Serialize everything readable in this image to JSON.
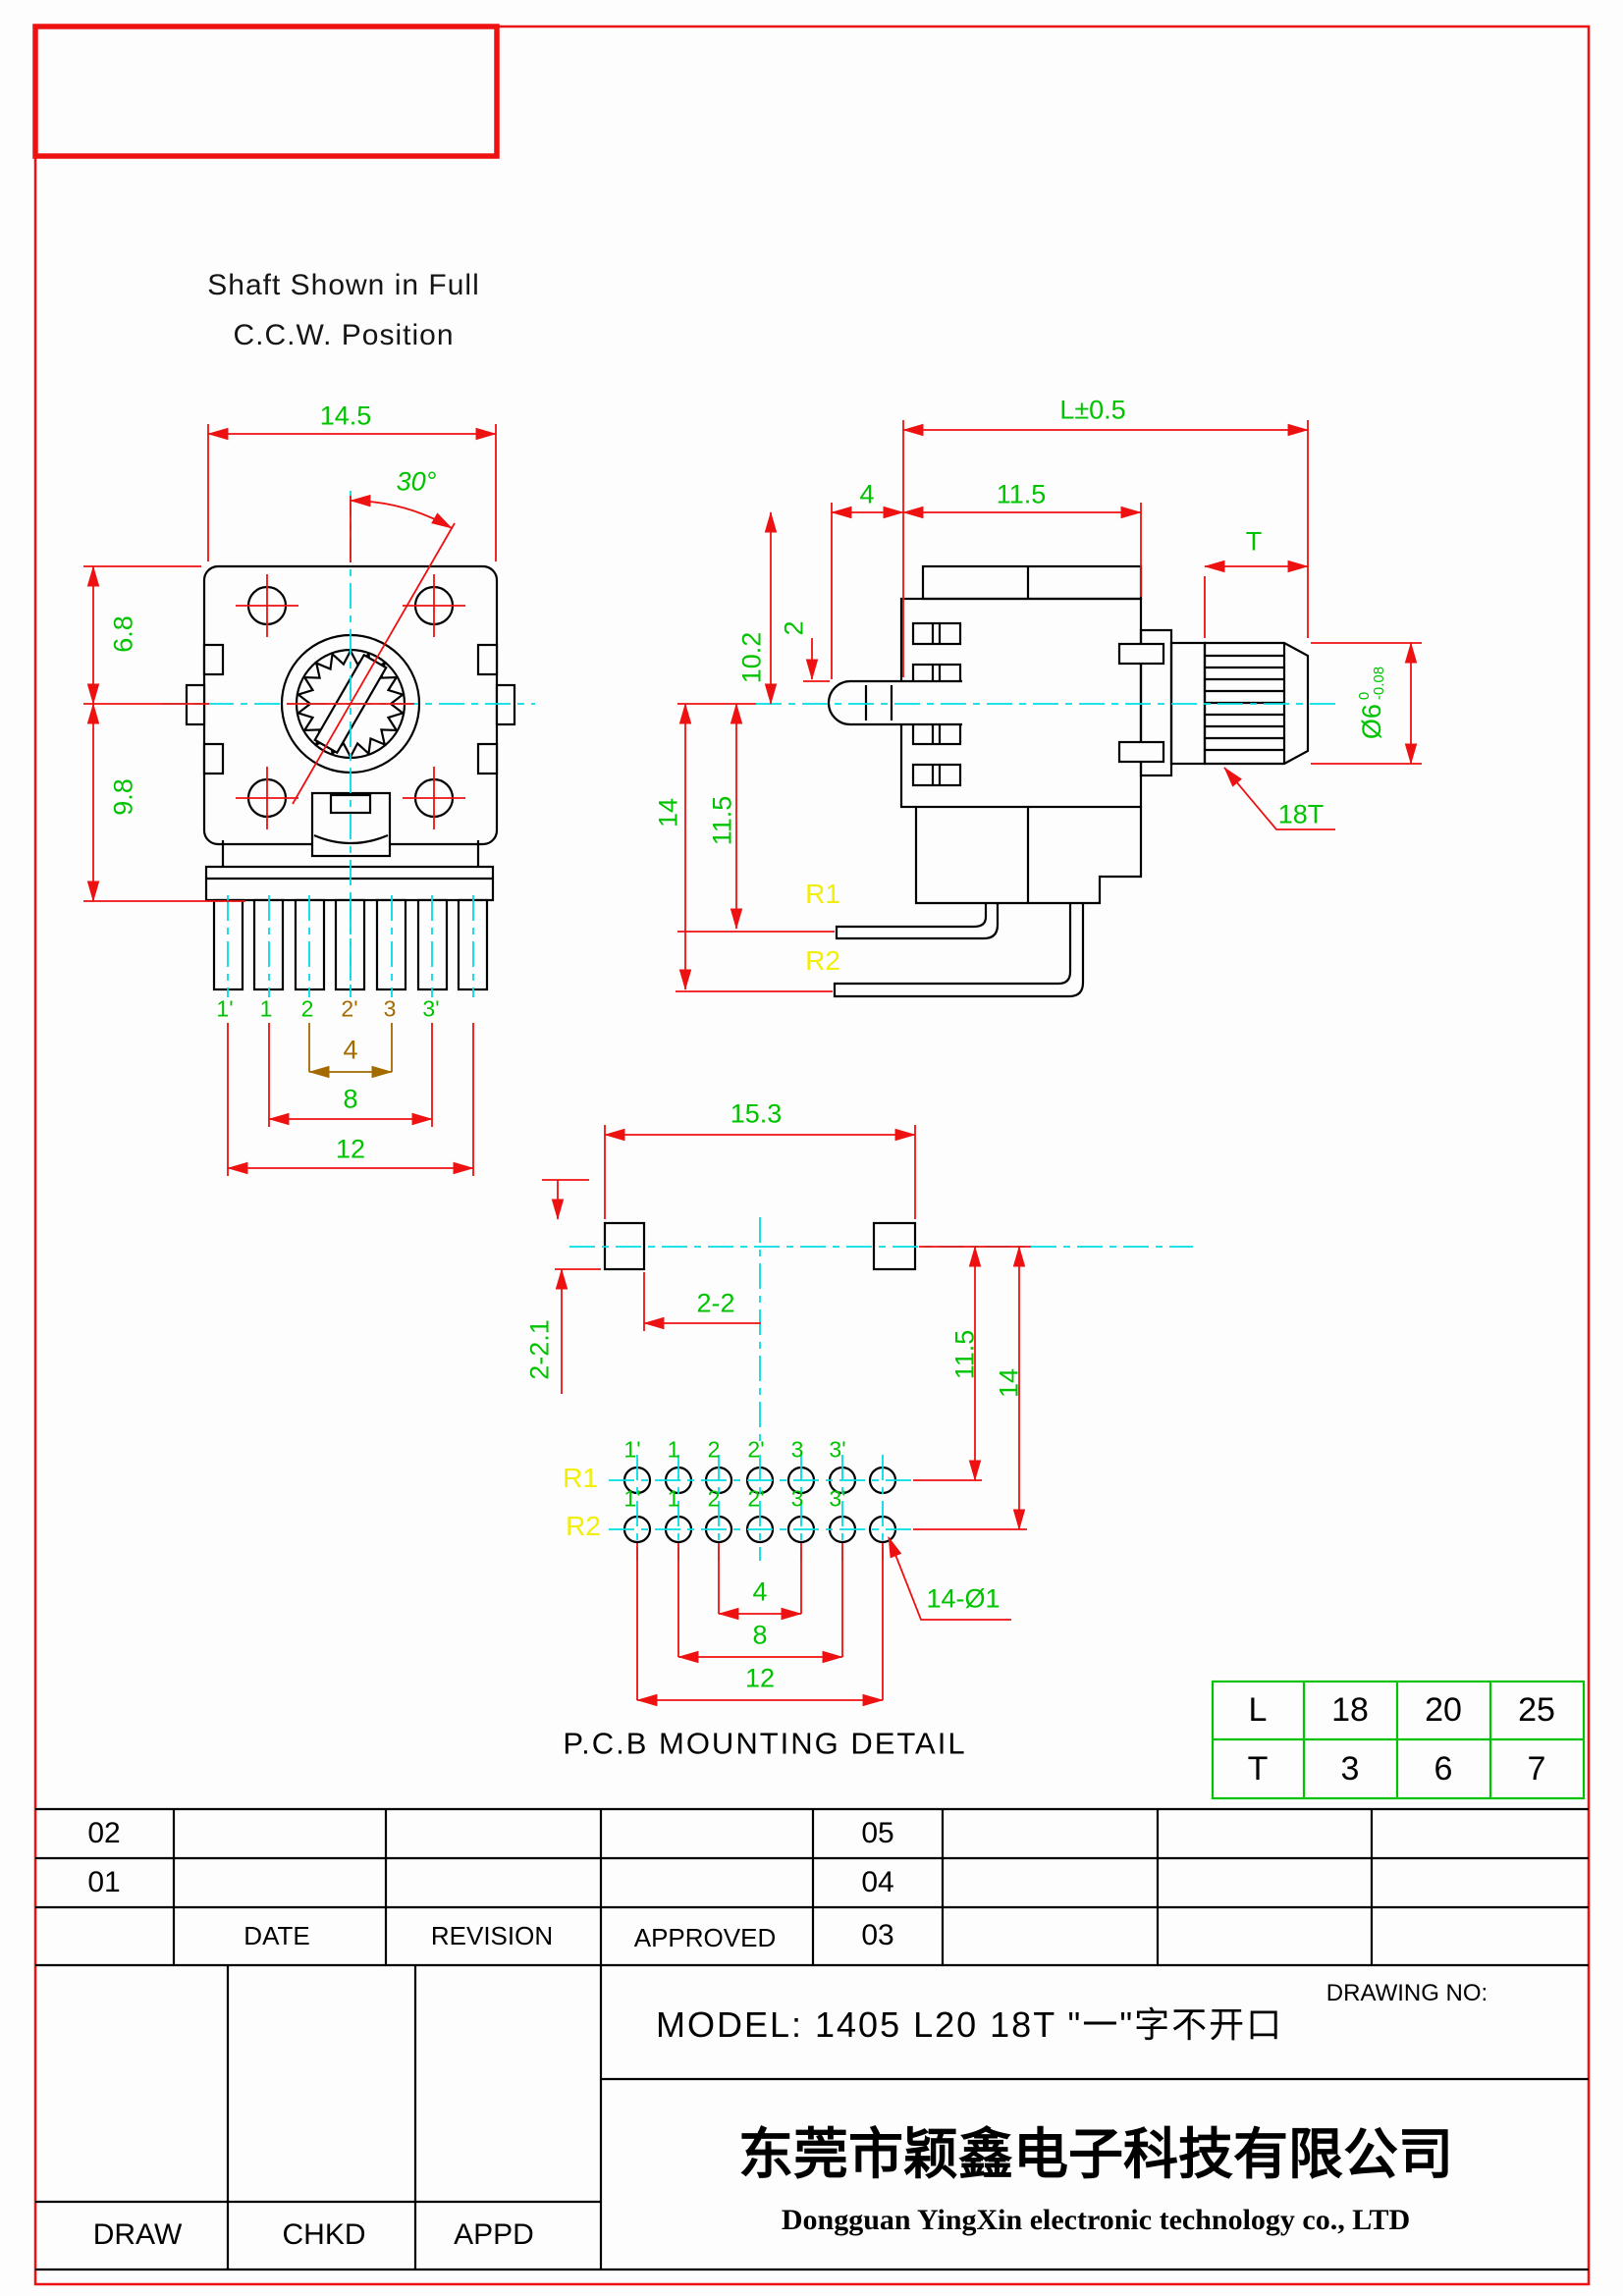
{
  "page": {
    "note_line1": "Shaft Shown in Full",
    "note_line2": "C.C.W. Position"
  },
  "colors": {
    "dimension_red": "#ee1111",
    "dimension_green": "#00c300",
    "centerline_cyan": "#00dde3",
    "row_label_yellow": "#f2ee0a",
    "pitch_brown": "#a36a00",
    "outline_black": "#000000"
  },
  "front_view": {
    "dim_width": "14.5",
    "dim_angle": "30°",
    "dim_upper": "6.8",
    "dim_lower": "9.8",
    "pin_labels": [
      "1'",
      "1",
      "2",
      "2'",
      "3",
      "3'"
    ],
    "dim_pitch": "4",
    "dim_span_mid": "8",
    "dim_span_outer": "12"
  },
  "side_view": {
    "dim_length": "L±0.5",
    "dim_front": "4",
    "dim_body": "11.5",
    "dim_t": "T",
    "dim_height": "10.2",
    "dim_lug": "2",
    "dim_row2": "14",
    "dim_row1": "11.5",
    "label_r1": "R1",
    "label_r2": "R2",
    "shaft_dia": "Ø6",
    "dia_tol_upper": "0",
    "dia_tol_lower": "-0.08",
    "knurl": "18T"
  },
  "pcb_detail": {
    "title": "P.C.B MOUNTING DETAIL",
    "dim_width": "15.3",
    "dim_slot_w": "2-2",
    "dim_slot_h": "2-2.1",
    "dim_row1": "11.5",
    "dim_row2": "14",
    "dim_pitch": "4",
    "dim_span_mid": "8",
    "dim_span_outer": "12",
    "dim_holes": "14-Ø1",
    "row1_label": "R1",
    "row2_label": "R2",
    "hole_labels": [
      "1'",
      "1",
      "2",
      "2'",
      "3",
      "3'"
    ]
  },
  "lt_table": {
    "rows": [
      [
        "L",
        "18",
        "20",
        "25"
      ],
      [
        "T",
        "3",
        "6",
        "7"
      ]
    ]
  },
  "title_block": {
    "rev_left": [
      "02",
      "01"
    ],
    "rev_right": [
      "05",
      "04",
      "03"
    ],
    "col_date": "DATE",
    "col_revision": "REVISION",
    "col_approved": "APPROVED",
    "model_label": "MODEL:",
    "model_value": "1405  L20  18T  \"一\"字不开口",
    "drawing_no_label": "DRAWING  NO:",
    "sign_draw": "DRAW",
    "sign_chkd": "CHKD",
    "sign_appd": "APPD",
    "company_cn": "东莞市颖鑫电子科技有限公司",
    "company_en": "Dongguan YingXin electronic technology co., LTD"
  }
}
